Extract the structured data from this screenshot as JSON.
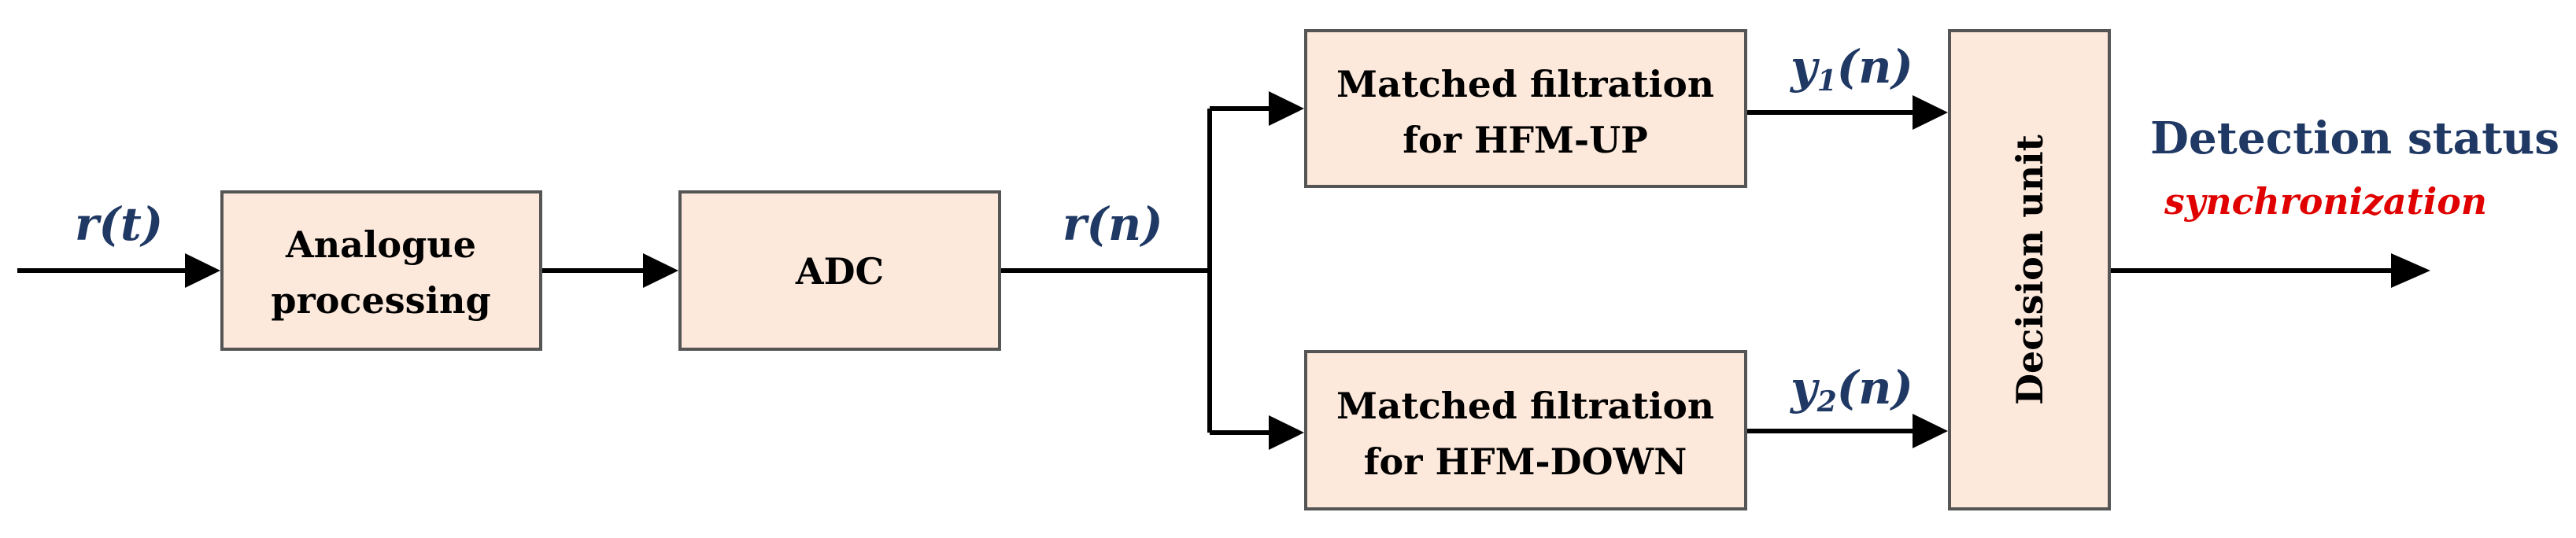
{
  "colors": {
    "box_fill": "#fde9dc",
    "box_stroke": "#555555",
    "signal_text": "#1f3864",
    "sync_text": "#e00000",
    "line": "#000000"
  },
  "blocks": {
    "analogue": {
      "line1": "Analogue",
      "line2": "processing"
    },
    "adc": {
      "label": "ADC"
    },
    "mf_up": {
      "line1": "Matched filtration",
      "line2": "for HFM-UP"
    },
    "mf_down": {
      "line1": "Matched filtration",
      "line2": "for HFM-DOWN"
    },
    "decision": {
      "label": "Decision unit"
    }
  },
  "signals": {
    "input": "r(t)",
    "digital": "r(n)",
    "y1_base": "y",
    "y1_sub": "1",
    "y1_arg": "(n)",
    "y2_base": "y",
    "y2_sub": "2",
    "y2_arg": "(n)"
  },
  "output": {
    "status": "Detection status",
    "sync": "synchronization"
  }
}
